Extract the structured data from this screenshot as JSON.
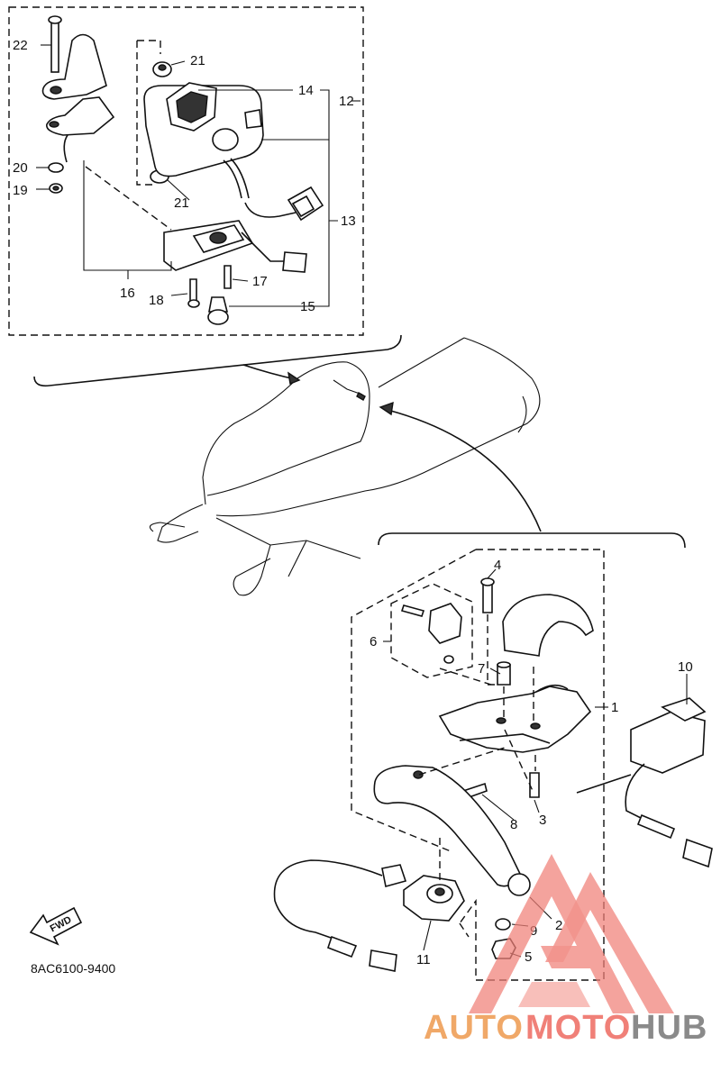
{
  "diagram_code": "8AC6100-9400",
  "fwd_label": "FWD",
  "watermark": {
    "part1": "AUTO",
    "part2": "MOTO",
    "part3": "HUB",
    "colors": {
      "primary": "#f0a868",
      "accent": "#f08078",
      "dark": "#8a8a8a"
    }
  },
  "callouts": {
    "c1": "1",
    "c2": "2",
    "c3": "3",
    "c4": "4",
    "c5": "5",
    "c6": "6",
    "c7": "7",
    "c8": "8",
    "c9": "9",
    "c10": "10",
    "c11": "11",
    "c12": "12",
    "c13": "13",
    "c14": "14",
    "c15a": "15",
    "c16": "16",
    "c17": "17",
    "c18": "18",
    "c19": "19",
    "c20": "20",
    "c21a": "21",
    "c21b": "21",
    "c22": "22"
  }
}
